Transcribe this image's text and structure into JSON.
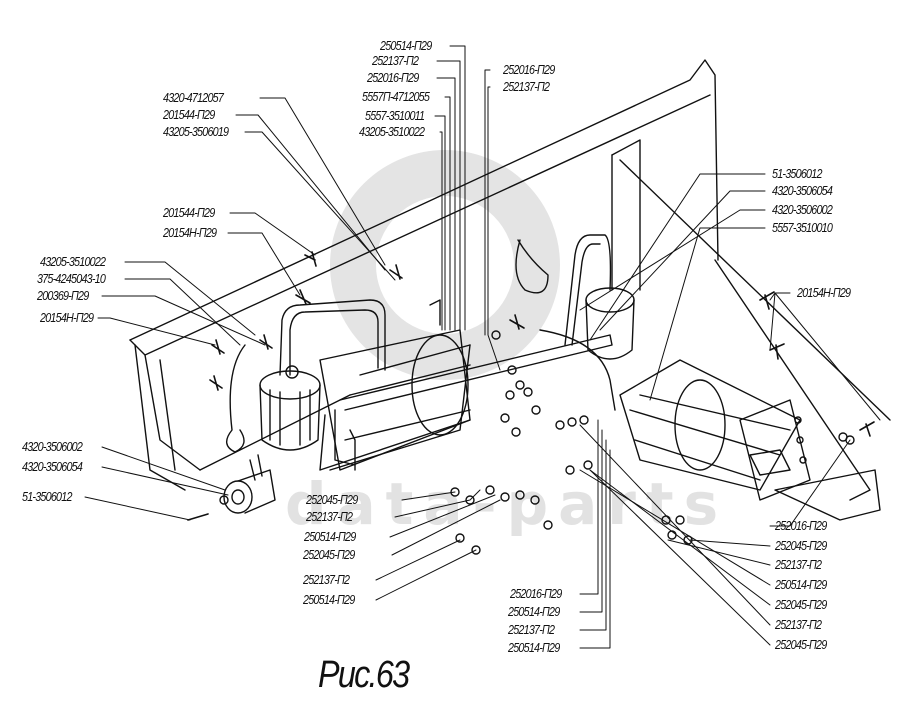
{
  "figure": {
    "caption": "Рис.63",
    "watermark": "data-parts",
    "labels": {
      "top_250514_P29_a": "250514-П29",
      "top_252137_P2_a": "252137-П2",
      "top_252016_P29_a": "252016-П29",
      "top_55571_4712055": "5557П-4712055",
      "top_5557_3510011": "5557-3510011",
      "top_43205_3510022": "43205-3510022",
      "top_252016_P29_b": "252016-П29",
      "top_252137_P2_b": "252137-П2",
      "left_4320_4712057": "4320-4712057",
      "left_201544_P29_a": "201544-П29",
      "left_43205_3506019": "43205-3506019",
      "left_201544_P29_b": "201544-П29",
      "left_20154H_P29_a": "20154Н-П29",
      "left_43205_3510022": "43205-3510022",
      "left_375_4245043_10": "375-4245043-10",
      "left_200369_P29": "200369-П29",
      "left_20154H_P29_b": "20154Н-П29",
      "left_4320_3506002": "4320-3506002",
      "left_4320_3506054": "4320-3506054",
      "left_51_3506012": "51-3506012",
      "right_51_3506012": "51-3506012",
      "right_4320_3506054": "4320-3506054",
      "right_4320_3506002": "4320-3506002",
      "right_5557_3510010": "5557-3510010",
      "right_20154H_P29": "20154Н-П29",
      "bl_252045_P29_a": "252045-П29",
      "bl_252137_P2_a": "252137-П2",
      "bl_250514_P29_a": "250514-П29",
      "bl_252045_P29_b": "252045-П29",
      "bl_252137_P2_b": "252137-П2",
      "bl_250514_P29_b": "250514-П29",
      "bc_252016_P29": "252016-П29",
      "bc_250514_P29_a": "250514-П29",
      "bc_252137_P2": "252137-П2",
      "bc_250514_P29_b": "250514-П29",
      "br_252016_P29": "252016-П29",
      "br_252045_P29_a": "252045-П29",
      "br_252137_P2_a": "252137-П2",
      "br_250514_P29": "250514-П29",
      "br_252045_P29_b": "252045-П29",
      "br_252137_P2_b": "252137-П2",
      "br_252045_P29_c": "252045-П29"
    }
  }
}
